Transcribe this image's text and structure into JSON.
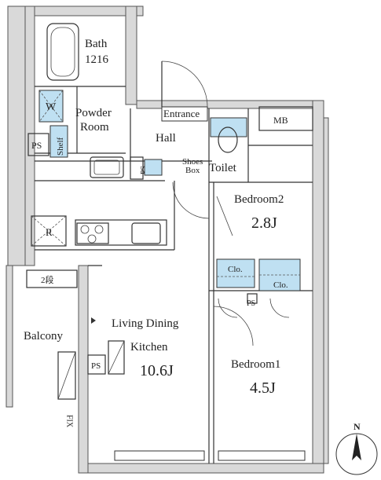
{
  "rooms": {
    "bath": "Bath",
    "bath_size": "1216",
    "washer": "W",
    "powder_room_line1": "Powder",
    "powder_room_line2": "Room",
    "entrance": "Entrance",
    "mb": "MB",
    "ps_left": "PS",
    "shelf": "Shelf",
    "hall": "Hall",
    "ps_hall": "PS",
    "shoes_box_line1": "Shoes",
    "shoes_box_line2": "Box",
    "toilet": "Toilet",
    "bedroom2": "Bedroom2",
    "bedroom2_size": "2.8J",
    "refrigerator": "R",
    "closet_a": "Clo.",
    "closet_b": "Clo.",
    "ps_bed": "PS",
    "step": "2段",
    "ldk_line1": "Living Dining",
    "ldk_line2": "Kitchen",
    "ldk_size": "10.6J",
    "ps_ldk": "PS",
    "balcony": "Balcony",
    "bedroom1": "Bedroom1",
    "bedroom1_size": "4.5J",
    "fix": "FIX"
  },
  "compass": {
    "north": "N"
  },
  "colors": {
    "wall": "#d9d9d9",
    "storage": "#bfe0f2",
    "line": "#333333"
  }
}
